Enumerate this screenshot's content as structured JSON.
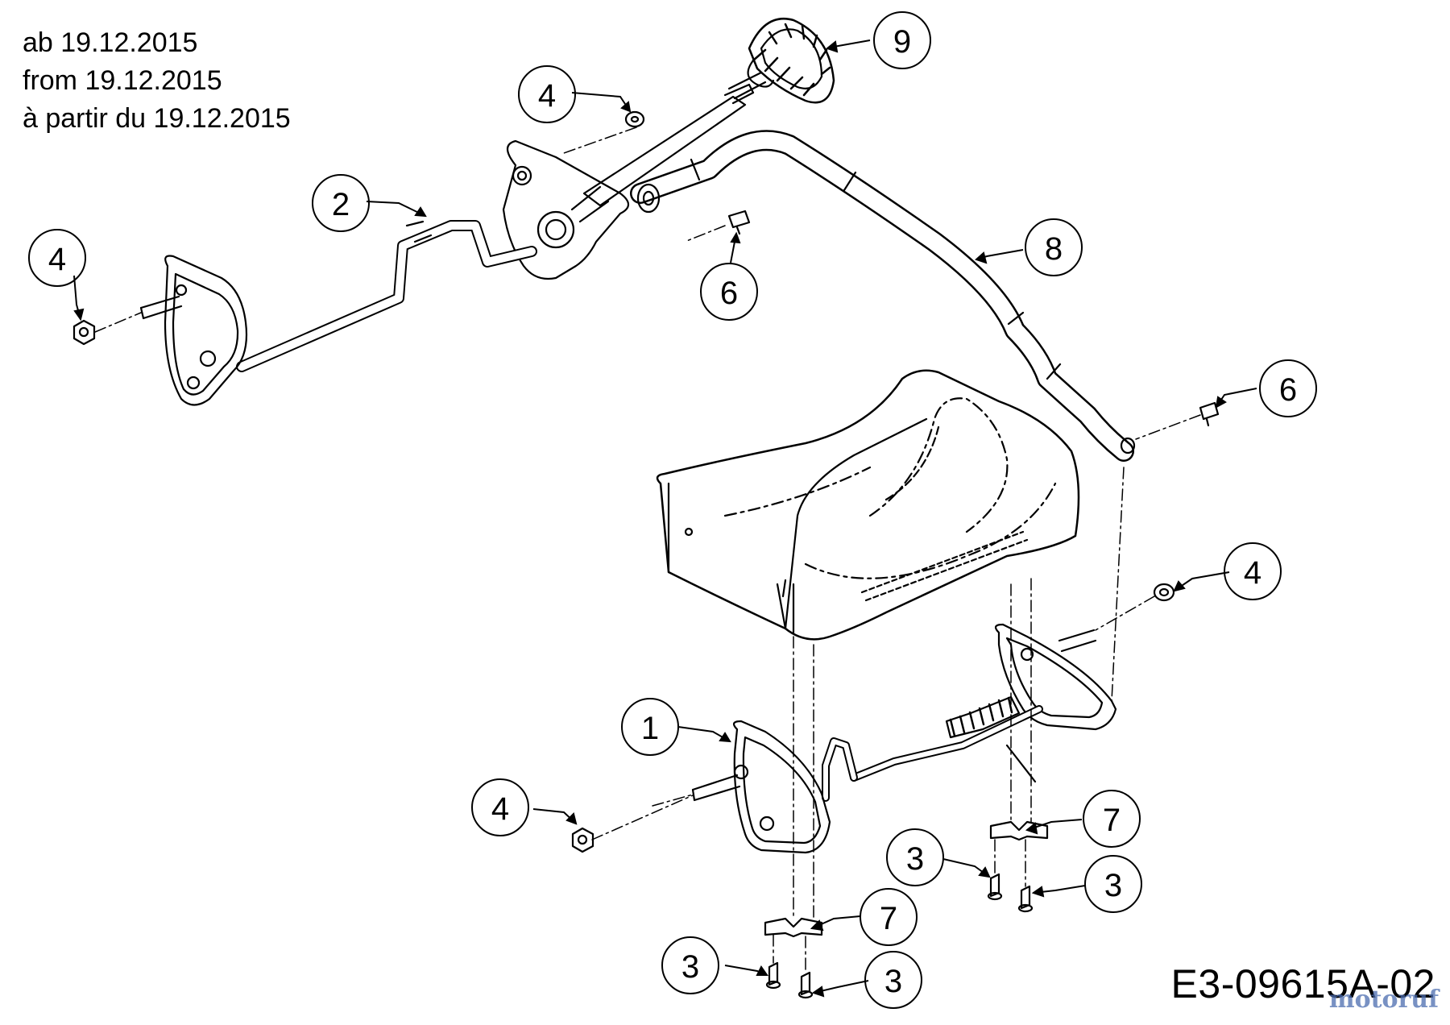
{
  "notes": {
    "line_de": "ab 19.12.2015",
    "line_en": "from 19.12.2015",
    "line_fr": "à partir du 19.12.2015"
  },
  "diagram_code": "E3-09615A-02",
  "watermark": "motoruf",
  "callouts": [
    {
      "id": "c1",
      "label": "1"
    },
    {
      "id": "c2",
      "label": "2"
    },
    {
      "id": "c3a",
      "label": "3"
    },
    {
      "id": "c3b",
      "label": "3"
    },
    {
      "id": "c3c",
      "label": "3"
    },
    {
      "id": "c3d",
      "label": "3"
    },
    {
      "id": "c4a",
      "label": "4"
    },
    {
      "id": "c4b",
      "label": "4"
    },
    {
      "id": "c4c",
      "label": "4"
    },
    {
      "id": "c4d",
      "label": "4"
    },
    {
      "id": "c6a",
      "label": "6"
    },
    {
      "id": "c6b",
      "label": "6"
    },
    {
      "id": "c7a",
      "label": "7"
    },
    {
      "id": "c7b",
      "label": "7"
    },
    {
      "id": "c8",
      "label": "8"
    },
    {
      "id": "c9",
      "label": "9"
    }
  ],
  "colors": {
    "line": "#000000",
    "watermark": "#4b6db0"
  }
}
